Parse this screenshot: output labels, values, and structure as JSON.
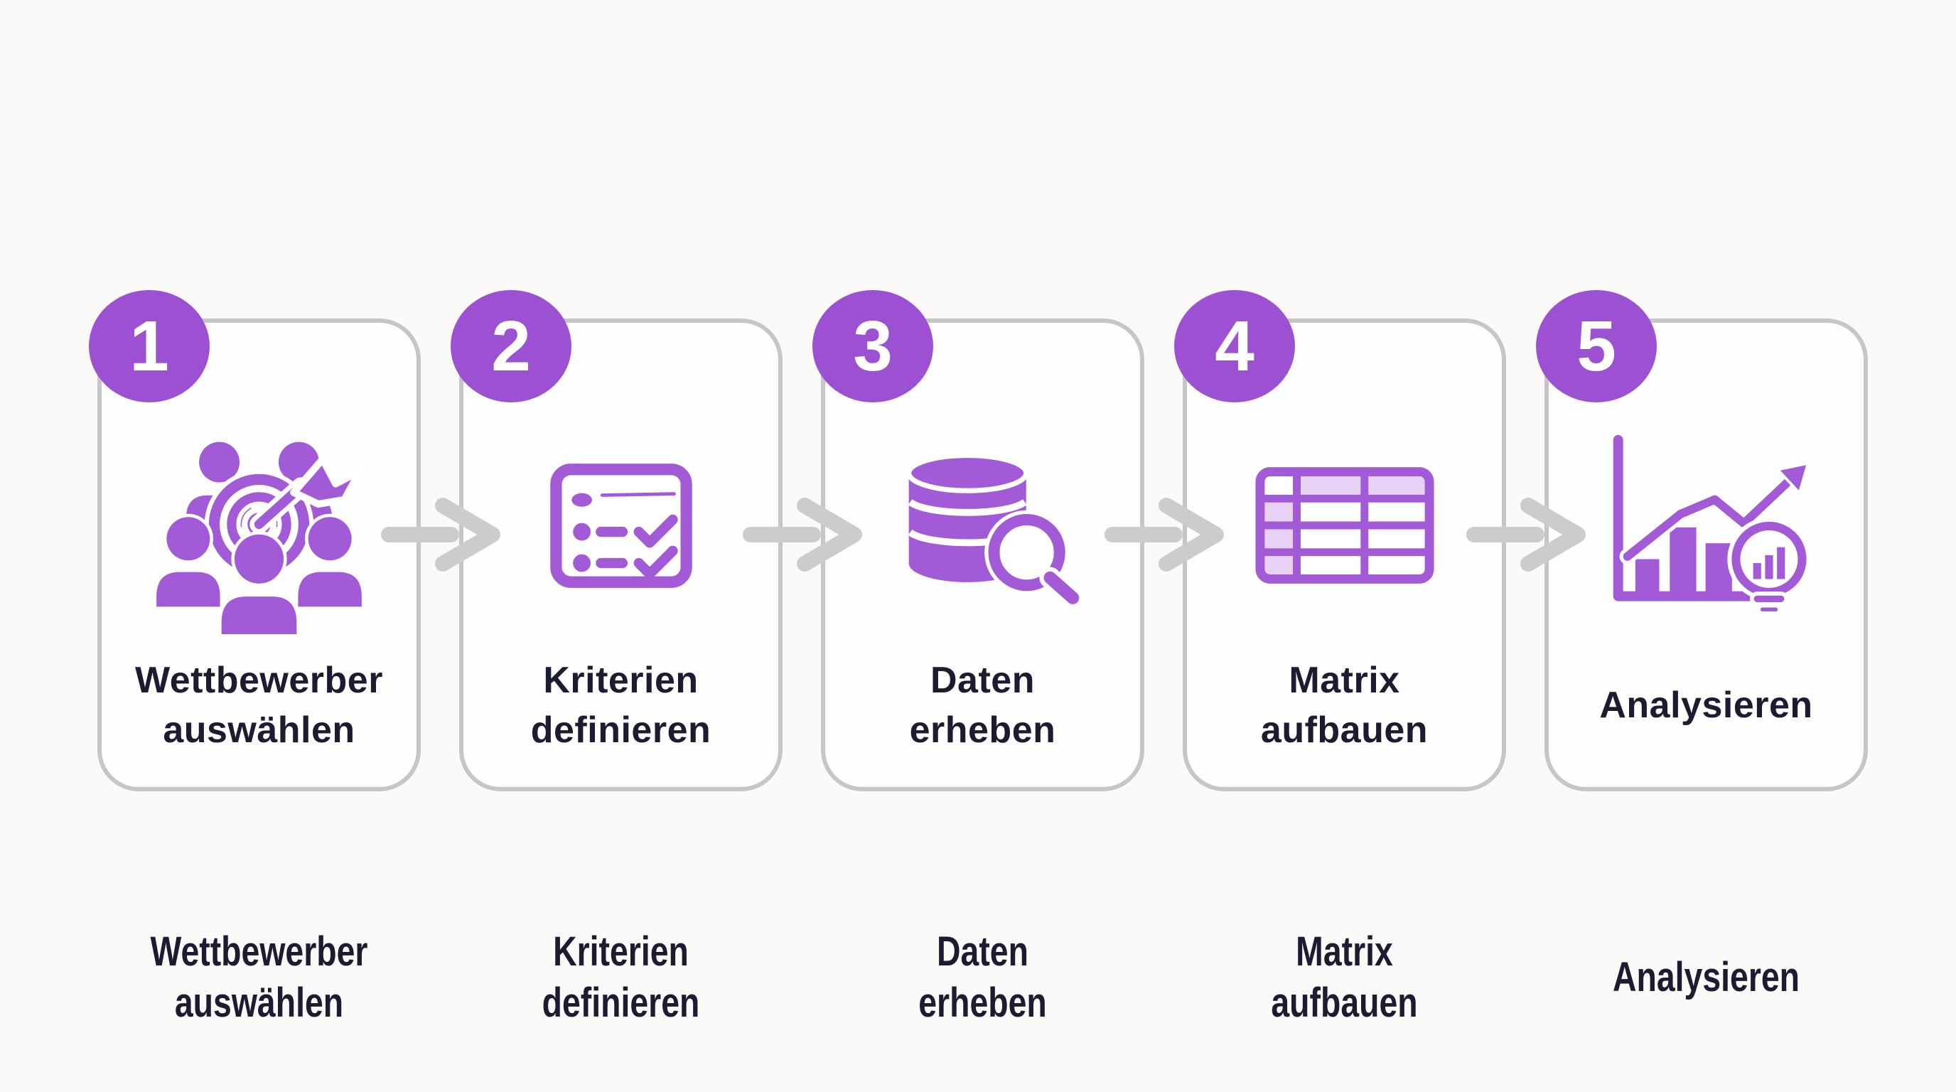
{
  "colors": {
    "accent_purple": "#9c51d3",
    "icon_purple": "#a25ad6",
    "light_purple_fill": "#e7d2f6",
    "arrow_gray": "#cccccc",
    "card_border_gray": "#c6c6c6",
    "text_navy": "#1b1b32",
    "background": "#fbfaf8"
  },
  "steps": [
    {
      "number": "1",
      "icon": "team-around-target-icon",
      "label": {
        "line1": "Wettbewerber",
        "line2": "auswählen"
      }
    },
    {
      "number": "2",
      "icon": "checklist-icon",
      "label": {
        "line1": "Kriterien",
        "line2": "definieren"
      }
    },
    {
      "number": "3",
      "icon": "database-search-icon",
      "label": {
        "line1": "Daten",
        "line2": "erheben"
      }
    },
    {
      "number": "4",
      "icon": "matrix-table-icon",
      "label": {
        "line1": "Matrix",
        "line2": "aufbauen"
      }
    },
    {
      "number": "5",
      "icon": "chart-insight-icon",
      "label": {
        "line1": "Analysieren"
      }
    }
  ],
  "captions": [
    {
      "line1": "Wettbewerber",
      "line2": "auswählen"
    },
    {
      "line1": "Kriterien",
      "line2": "definieren"
    },
    {
      "line1": "Daten",
      "line2": "erheben"
    },
    {
      "line1": "Matrix",
      "line2": "aufbauen"
    },
    {
      "line1": "Analysieren"
    }
  ]
}
